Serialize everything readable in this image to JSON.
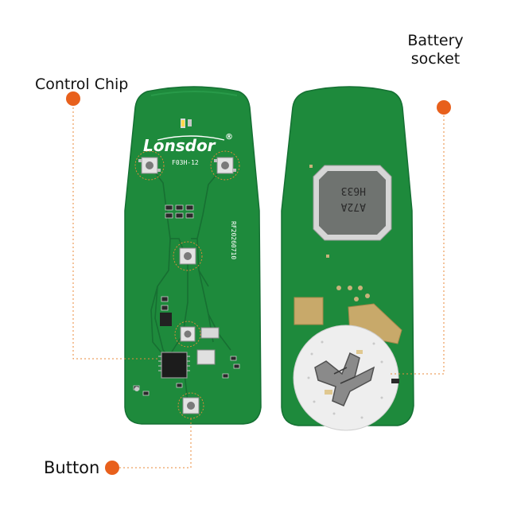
{
  "labels": {
    "control_chip": "Control Chip",
    "battery_line1": "Battery",
    "battery_line2": "socket",
    "button": "Button"
  },
  "board_front": {
    "brand": "Lonsdor",
    "registered": "®",
    "model": "F03H-12",
    "serial": "RF20260710"
  },
  "board_back": {
    "chip_text_line1": "H633",
    "chip_text_line2": "A72A"
  },
  "colors": {
    "pcb_green": "#1e8a3c",
    "pcb_edge": "#17793a",
    "accent_orange": "#e8601c",
    "leader_orange": "#e88a3a"
  }
}
